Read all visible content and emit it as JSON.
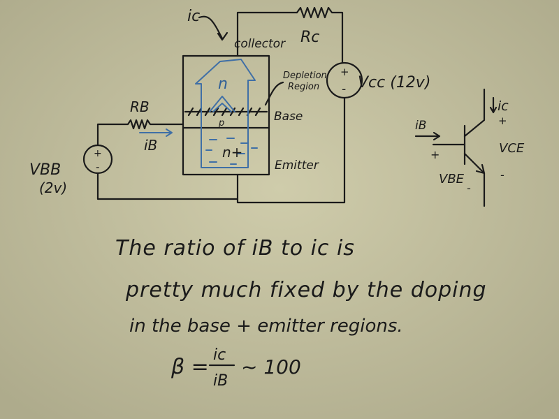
{
  "circuit": {
    "ic_label": "ic",
    "collector_label": "collector",
    "rc_label": "Rc",
    "vcc_label": "Vcc (12v)",
    "vcc_plus": "+",
    "vcc_minus": "-",
    "rb_label": "RB",
    "ib_label": "iB",
    "vbb_label": "VBB",
    "vbb_value": "(2v)",
    "vbb_plus": "+",
    "vbb_minus": "-",
    "depletion_label_1": "Depletion",
    "depletion_label_2": "Region",
    "base_label": "Base",
    "emitter_label": "Emitter",
    "collector_region": "n",
    "base_region": "p",
    "emitter_region": "n+"
  },
  "symbol": {
    "ic": "ic",
    "ic_plus": "+",
    "ib": "iB",
    "vbe_plus": "+",
    "vce": "VCE",
    "vbe": "VBE",
    "vbe_minus": "-",
    "vce_minus": "-"
  },
  "notes": {
    "line1": "The ratio of iB to ic is",
    "line2": "pretty much fixed by the doping",
    "line3": "in the base + emitter regions.",
    "beta": "β =",
    "frac_num": "ic",
    "frac_den": "iB",
    "approx": "~ 100"
  }
}
